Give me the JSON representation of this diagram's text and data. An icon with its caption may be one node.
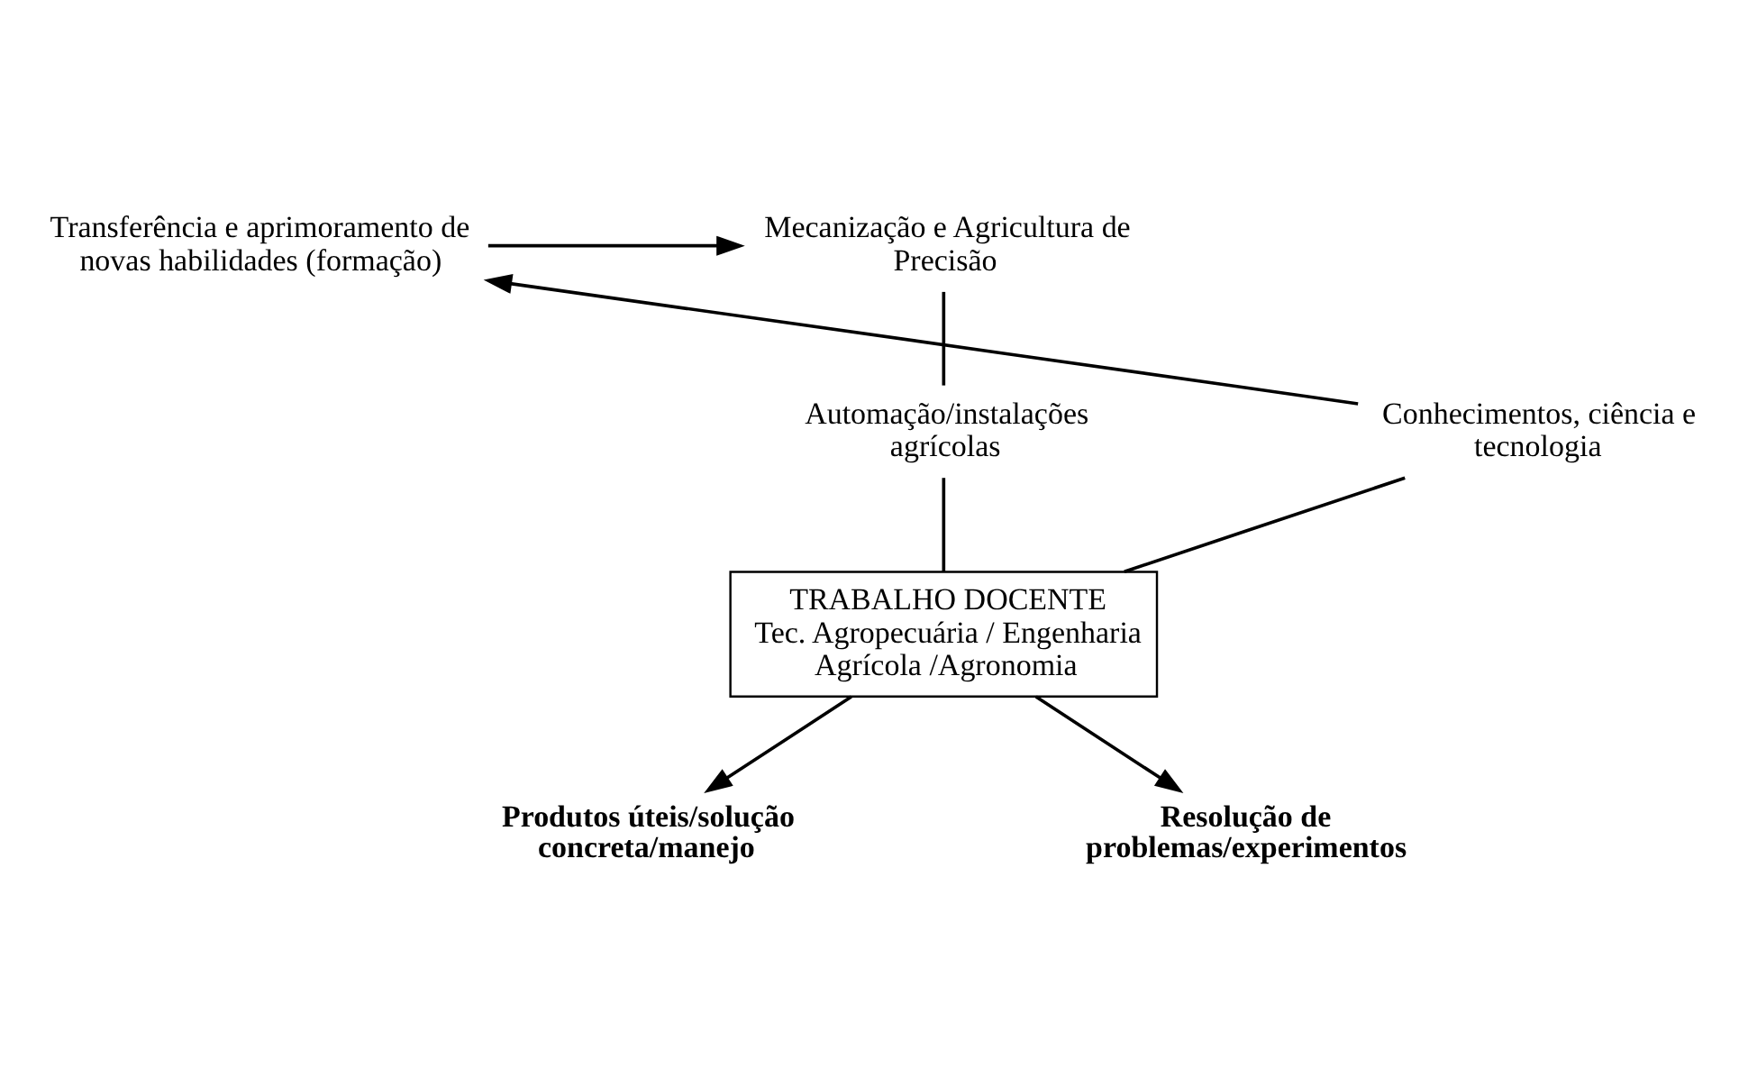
{
  "diagram": {
    "nodes": [
      {
        "text": [
          "Mecanização e Agricultura de Precisão"
        ]
      },
      {
        "text": [
          "Transferência e aprimoramento de novas habilidades (formação)"
        ]
      },
      {
        "text": [
          "Automação/instalações agrícolas"
        ]
      },
      {
        "text": [
          "Conhecimentos, ciência e tecnologia"
        ]
      },
      {
        "text": [
          "TRABALHO DOCENTE",
          "Tec. Agropecuária / Engenharia Agrícola /Agronomia"
        ]
      },
      {
        "text": [
          "Produtos úteis/solução concreta/manejo"
        ]
      },
      {
        "text": [
          "Resolução de problemas/experimentos"
        ]
      }
    ],
    "edges": [
      {
        "from": 1,
        "to": 0,
        "arrow": "to"
      },
      {
        "from": 0,
        "to": 2,
        "arrow": "none"
      },
      {
        "from": 2,
        "to": 4,
        "arrow": "none"
      },
      {
        "from": 4,
        "to": 3,
        "arrow": "none"
      },
      {
        "from": 3,
        "to": 1,
        "arrow": "to"
      },
      {
        "from": 4,
        "to": 5,
        "arrow": "to"
      },
      {
        "from": 4,
        "to": 6,
        "arrow": "to"
      }
    ]
  }
}
